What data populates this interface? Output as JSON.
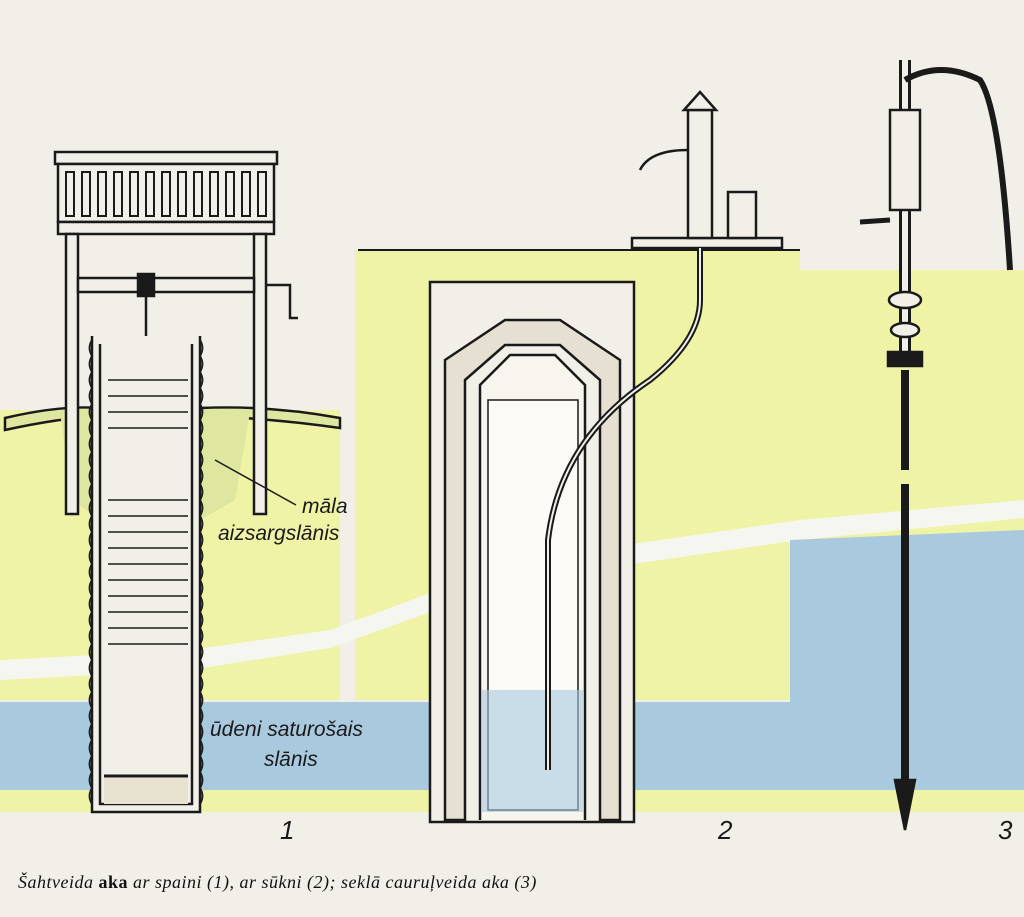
{
  "labels": {
    "mala": "māla",
    "aizsargslanis": "aizsargslānis",
    "udeni": "ūdeni saturošais",
    "slanis": "slānis"
  },
  "figure_numbers": [
    "1",
    "2",
    "3"
  ],
  "caption": {
    "part1": "Šahtveida ",
    "bold": "aka",
    "part2": " ar spaini (1), ar sūkni  (2); seklā cauruļveida aka (3)"
  },
  "colors": {
    "yellow_layer": "#eef3a6",
    "blue_layer": "#a9c9df",
    "ink": "#1a1a1a",
    "paper": "#f2efe8",
    "soil": "#dfe6a0"
  }
}
